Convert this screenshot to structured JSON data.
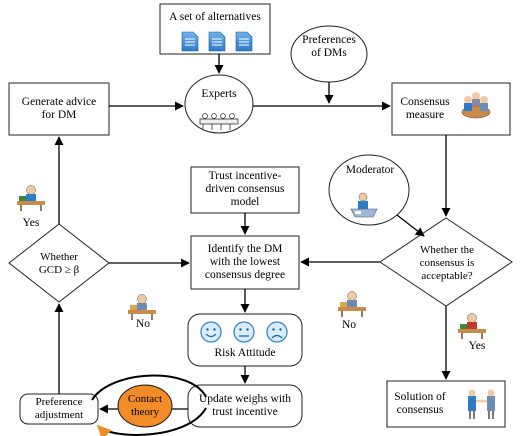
{
  "alternatives": {
    "label": "A set of alternatives"
  },
  "preferences": {
    "line1": "Preferences",
    "line2": "of DMs"
  },
  "experts": {
    "label": "Experts"
  },
  "advice": {
    "line1": "Generate advice",
    "line2": "for DM"
  },
  "consensus_measure": {
    "line1": "Consensus",
    "line2": "measure"
  },
  "moderator": {
    "label": "Moderator"
  },
  "trust_model": {
    "line1": "Trust incentive-",
    "line2": "driven consensus",
    "line3": "model"
  },
  "identify": {
    "line1": "Identify the DM",
    "line2": "with the lowest",
    "line3": "consensus degree"
  },
  "acceptable": {
    "line1": "Whether the",
    "line2": "consensus is",
    "line3": "acceptable?"
  },
  "gcd": {
    "line1": "Whether",
    "line2": "GCD ≥ β"
  },
  "risk_attitude": {
    "label": "Risk Attitude"
  },
  "update": {
    "line1": "Update weighs with",
    "line2": "trust incentive"
  },
  "preference_adjustment": {
    "line1": "Preference",
    "line2": "adjustment"
  },
  "contact_theory": {
    "line1": "Contact",
    "line2": "theory"
  },
  "solution": {
    "line1": "Solution of",
    "line2": "consensus"
  },
  "edge_labels": {
    "yes_top_left": "Yes",
    "no_left": "No",
    "no_right": "No",
    "yes_right": "Yes"
  },
  "colors": {
    "contact_fill": "#F28C28",
    "contact_ring": "#1a1a1a",
    "doc_blue": "#2F7BC8",
    "face_fill": "#D8ECFA",
    "node_stroke": "#222222"
  },
  "icons": [
    "document-icon",
    "meeting-icon",
    "desk-worker-icon",
    "moderator-icon",
    "happy-face-icon",
    "neutral-face-icon",
    "sad-face-icon",
    "handshake-icon"
  ]
}
